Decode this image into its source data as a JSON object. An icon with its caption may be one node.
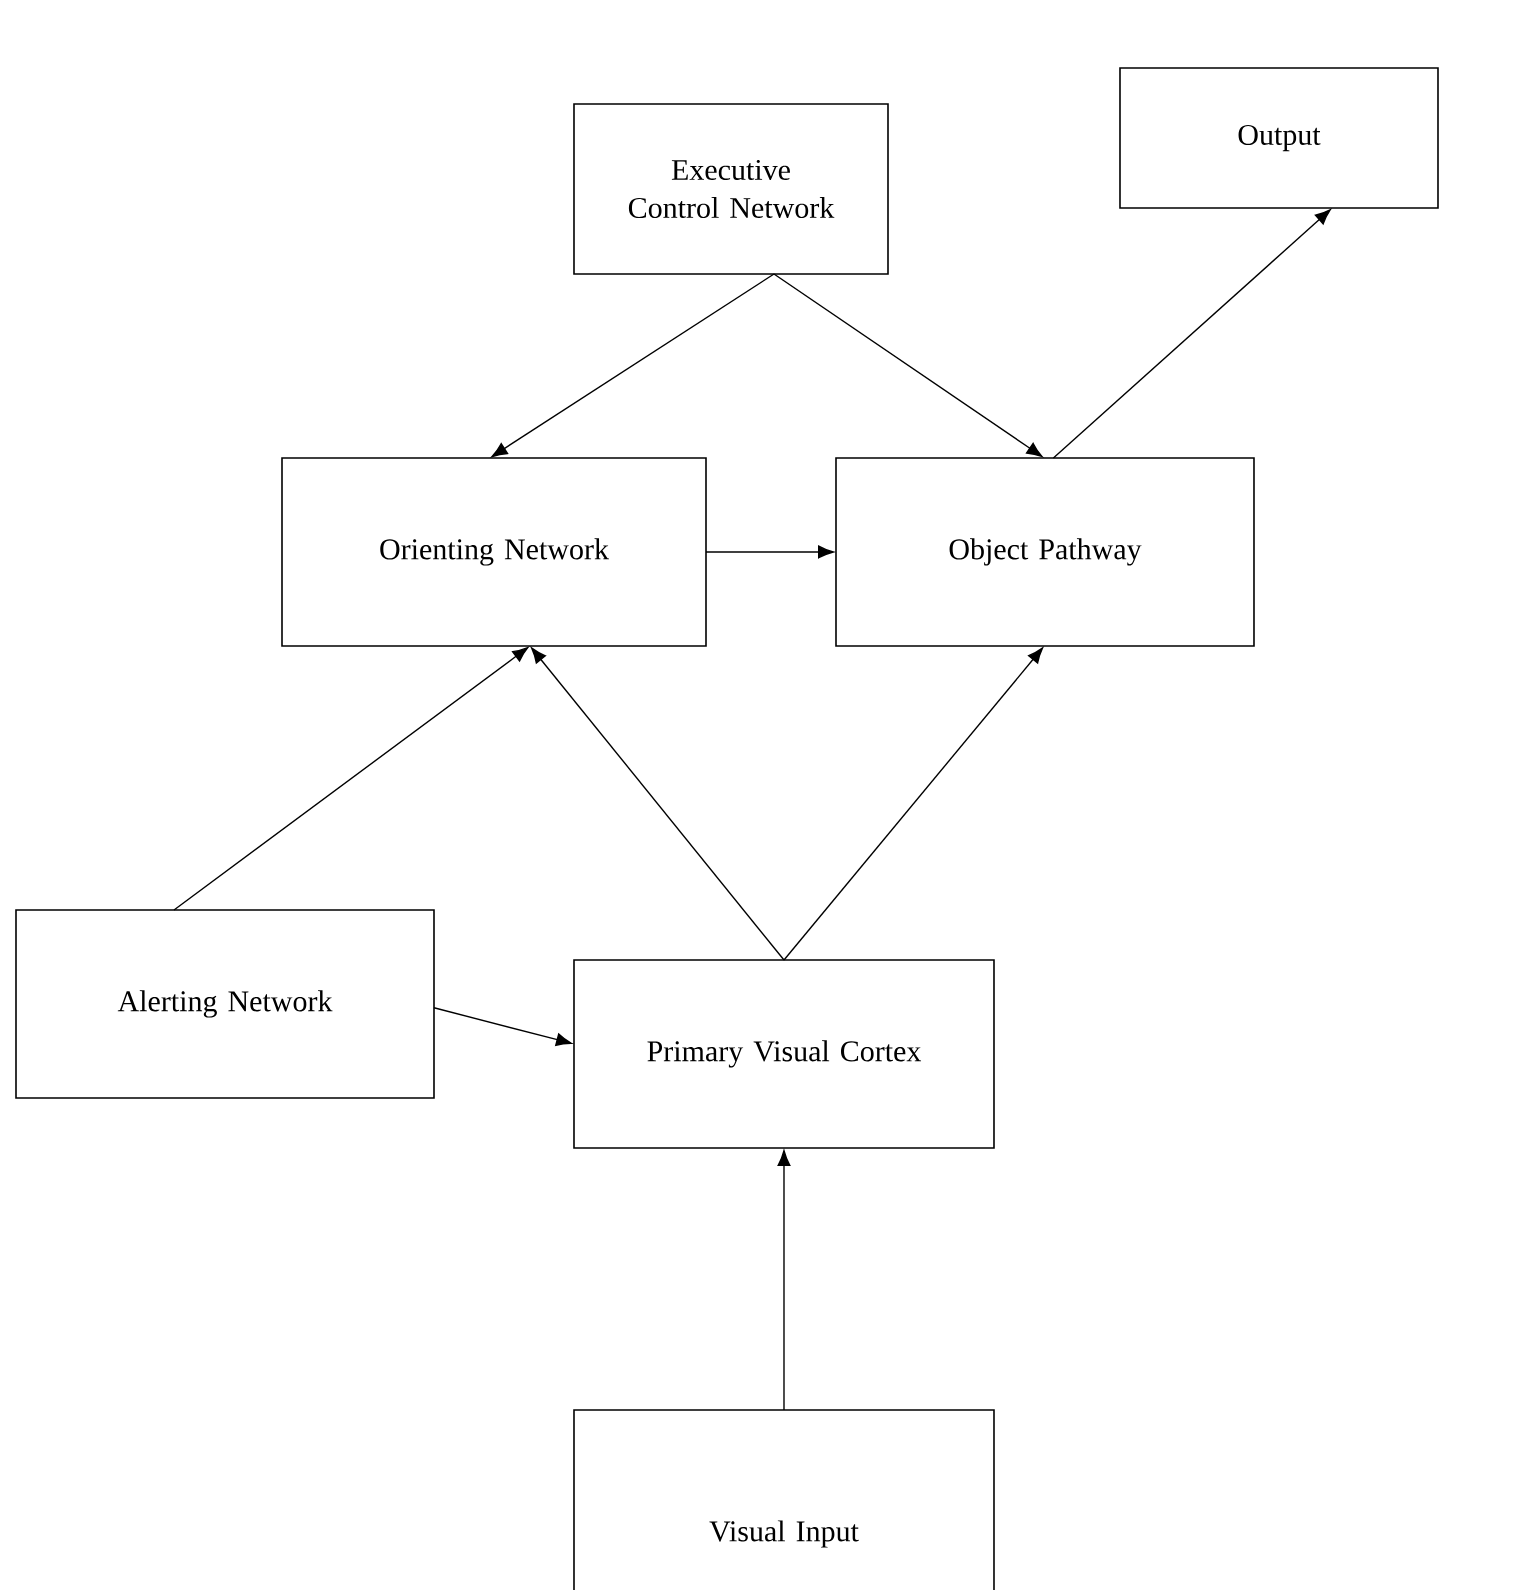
{
  "diagram": {
    "nodes": [
      {
        "text": [
          "Executive Control Network"
        ]
      },
      {
        "text": [
          "Output"
        ]
      },
      {
        "text": [
          "Orienting Network"
        ]
      },
      {
        "text": [
          "Object Pathway"
        ]
      },
      {
        "text": [
          "Alerting Network"
        ]
      },
      {
        "text": [
          "Primary Visual Cortex"
        ]
      },
      {
        "text": [
          "Visual Input"
        ]
      }
    ],
    "edges": [
      {
        "from": 0,
        "to": 2,
        "arrow": "to"
      },
      {
        "from": 0,
        "to": 3,
        "arrow": "to"
      },
      {
        "from": 3,
        "to": 1,
        "arrow": "to"
      },
      {
        "from": 2,
        "to": 3,
        "arrow": "to"
      },
      {
        "from": 4,
        "to": 2,
        "arrow": "to"
      },
      {
        "from": 5,
        "to": 2,
        "arrow": "to"
      },
      {
        "from": 5,
        "to": 3,
        "arrow": "to"
      },
      {
        "from": 4,
        "to": 5,
        "arrow": "to"
      },
      {
        "from": 6,
        "to": 5,
        "arrow": "to"
      }
    ]
  }
}
